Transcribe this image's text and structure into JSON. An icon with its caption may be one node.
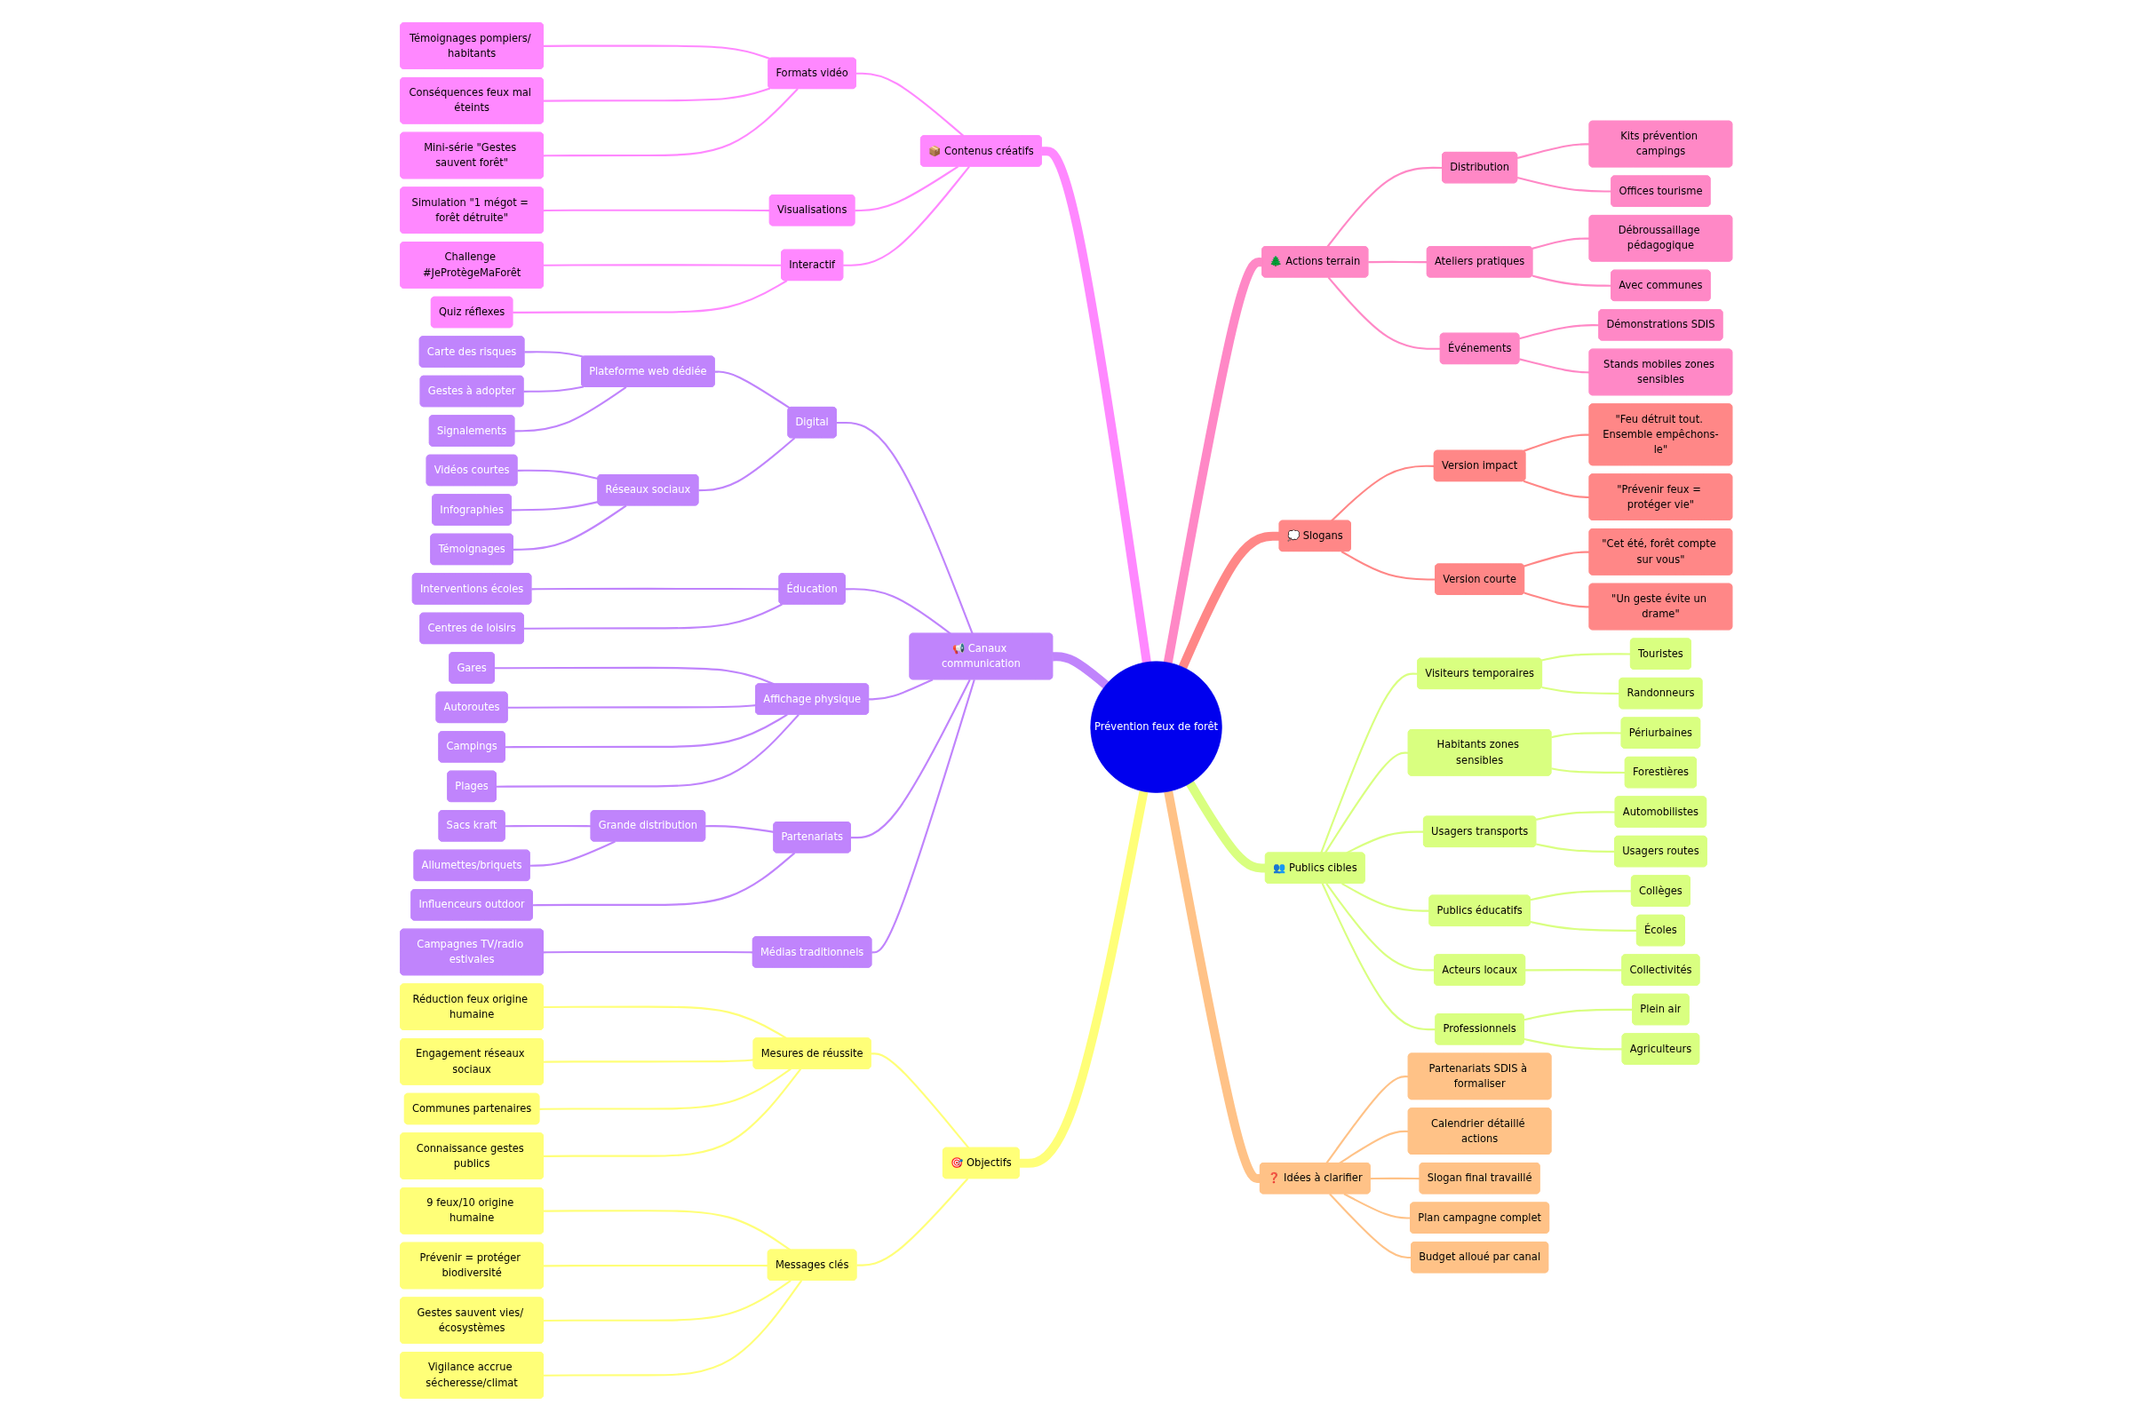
{
  "diagram": {
    "nodes": [
      {
        "text": [
          "Prévention feux de forêt"
        ]
      },
      {
        "text": [
          "📦 Contenus créatifs"
        ]
      },
      {
        "text": [
          "Formats vidéo"
        ]
      },
      {
        "text": [
          "Témoignages pompiers/ habitants"
        ]
      },
      {
        "text": [
          "Conséquences feux mal éteints"
        ]
      },
      {
        "text": [
          "Mini-série \"Gestes sauvent forêt\""
        ]
      },
      {
        "text": [
          "Visualisations"
        ]
      },
      {
        "text": [
          "Simulation \"1 mégot = forêt détruite\""
        ]
      },
      {
        "text": [
          "Interactif"
        ]
      },
      {
        "text": [
          "Challenge #JeProtègeMaForêt"
        ]
      },
      {
        "text": [
          "Quiz réflexes"
        ]
      },
      {
        "text": [
          "📢 Canaux communication"
        ]
      },
      {
        "text": [
          "Digital"
        ]
      },
      {
        "text": [
          "Plateforme web dédiée"
        ]
      },
      {
        "text": [
          "Carte des risques"
        ]
      },
      {
        "text": [
          "Gestes à adopter"
        ]
      },
      {
        "text": [
          "Signalements"
        ]
      },
      {
        "text": [
          "Réseaux sociaux"
        ]
      },
      {
        "text": [
          "Vidéos courtes"
        ]
      },
      {
        "text": [
          "Infographies"
        ]
      },
      {
        "text": [
          "Témoignages"
        ]
      },
      {
        "text": [
          "Éducation"
        ]
      },
      {
        "text": [
          "Interventions écoles"
        ]
      },
      {
        "text": [
          "Centres de loisirs"
        ]
      },
      {
        "text": [
          "Affichage physique"
        ]
      },
      {
        "text": [
          "Gares"
        ]
      },
      {
        "text": [
          "Autoroutes"
        ]
      },
      {
        "text": [
          "Campings"
        ]
      },
      {
        "text": [
          "Plages"
        ]
      },
      {
        "text": [
          "Partenariats"
        ]
      },
      {
        "text": [
          "Grande distribution"
        ]
      },
      {
        "text": [
          "Sacs kraft"
        ]
      },
      {
        "text": [
          "Allumettes/briquets"
        ]
      },
      {
        "text": [
          "Influenceurs outdoor"
        ]
      },
      {
        "text": [
          "Médias traditionnels"
        ]
      },
      {
        "text": [
          "Campagnes TV/radio estivales"
        ]
      },
      {
        "text": [
          "🎯 Objectifs"
        ]
      },
      {
        "text": [
          "Mesures de réussite"
        ]
      },
      {
        "text": [
          "Réduction feux origine humaine"
        ]
      },
      {
        "text": [
          "Engagement réseaux sociaux"
        ]
      },
      {
        "text": [
          "Communes partenaires"
        ]
      },
      {
        "text": [
          "Connaissance gestes publics"
        ]
      },
      {
        "text": [
          "Messages clés"
        ]
      },
      {
        "text": [
          "9 feux/10 origine humaine"
        ]
      },
      {
        "text": [
          "Prévenir = protéger biodiversité"
        ]
      },
      {
        "text": [
          "Gestes sauvent vies/ écosystèmes"
        ]
      },
      {
        "text": [
          "Vigilance accrue sécheresse/climat"
        ]
      },
      {
        "text": [
          "🌲 Actions terrain"
        ]
      },
      {
        "text": [
          "Distribution"
        ]
      },
      {
        "text": [
          "Kits prévention campings"
        ]
      },
      {
        "text": [
          "Offices tourisme"
        ]
      },
      {
        "text": [
          "Ateliers pratiques"
        ]
      },
      {
        "text": [
          "Débroussaillage pédagogique"
        ]
      },
      {
        "text": [
          "Avec communes"
        ]
      },
      {
        "text": [
          "Événements"
        ]
      },
      {
        "text": [
          "Démonstrations SDIS"
        ]
      },
      {
        "text": [
          "Stands mobiles zones sensibles"
        ]
      },
      {
        "text": [
          "💭 Slogans"
        ]
      },
      {
        "text": [
          "Version impact"
        ]
      },
      {
        "text": [
          "\"Feu détruit tout. Ensemble empêchons-le\""
        ]
      },
      {
        "text": [
          "\"Prévenir feux = protéger vie\""
        ]
      },
      {
        "text": [
          "Version courte"
        ]
      },
      {
        "text": [
          "\"Cet été, forêt compte sur vous\""
        ]
      },
      {
        "text": [
          "\"Un geste évite un drame\""
        ]
      },
      {
        "text": [
          "👥 Publics cibles"
        ]
      },
      {
        "text": [
          "Visiteurs temporaires"
        ]
      },
      {
        "text": [
          "Touristes"
        ]
      },
      {
        "text": [
          "Randonneurs"
        ]
      },
      {
        "text": [
          "Habitants zones sensibles"
        ]
      },
      {
        "text": [
          "Périurbaines"
        ]
      },
      {
        "text": [
          "Forestières"
        ]
      },
      {
        "text": [
          "Usagers transports"
        ]
      },
      {
        "text": [
          "Automobilistes"
        ]
      },
      {
        "text": [
          "Usagers routes"
        ]
      },
      {
        "text": [
          "Publics éducatifs"
        ]
      },
      {
        "text": [
          "Collèges"
        ]
      },
      {
        "text": [
          "Écoles"
        ]
      },
      {
        "text": [
          "Acteurs locaux"
        ]
      },
      {
        "text": [
          "Collectivités"
        ]
      },
      {
        "text": [
          "Professionnels"
        ]
      },
      {
        "text": [
          "Plein air"
        ]
      },
      {
        "text": [
          "Agriculteurs"
        ]
      },
      {
        "text": [
          "❓ Idées à clarifier"
        ]
      },
      {
        "text": [
          "Partenariats SDIS à formaliser"
        ]
      },
      {
        "text": [
          "Calendrier détaillé actions"
        ]
      },
      {
        "text": [
          "Slogan final travaillé"
        ]
      },
      {
        "text": [
          "Plan campagne complet"
        ]
      },
      {
        "text": [
          "Budget alloué par canal"
        ]
      }
    ],
    "edges": [
      {
        "from": 1,
        "to": 0,
        "arrow": "none",
        "style": "thick",
        "color": "#ff88ff"
      },
      {
        "from": 2,
        "to": 1,
        "arrow": "none",
        "color": "#ff88ff"
      },
      {
        "from": 3,
        "to": 2,
        "arrow": "none",
        "color": "#ff88ff"
      },
      {
        "from": 4,
        "to": 2,
        "arrow": "none",
        "color": "#ff88ff"
      },
      {
        "from": 5,
        "to": 2,
        "arrow": "none",
        "color": "#ff88ff"
      },
      {
        "from": 6,
        "to": 1,
        "arrow": "none",
        "color": "#ff88ff"
      },
      {
        "from": 7,
        "to": 6,
        "arrow": "none",
        "color": "#ff88ff"
      },
      {
        "from": 8,
        "to": 1,
        "arrow": "none",
        "color": "#ff88ff"
      },
      {
        "from": 9,
        "to": 8,
        "arrow": "none",
        "color": "#ff88ff"
      },
      {
        "from": 10,
        "to": 8,
        "arrow": "none",
        "color": "#ff88ff"
      },
      {
        "from": 11,
        "to": 0,
        "arrow": "none",
        "style": "thick",
        "color": "#c084fc"
      },
      {
        "from": 12,
        "to": 11,
        "arrow": "none",
        "color": "#c084fc"
      },
      {
        "from": 13,
        "to": 12,
        "arrow": "none",
        "color": "#c084fc"
      },
      {
        "from": 14,
        "to": 13,
        "arrow": "none",
        "color": "#c084fc"
      },
      {
        "from": 15,
        "to": 13,
        "arrow": "none",
        "color": "#c084fc"
      },
      {
        "from": 16,
        "to": 13,
        "arrow": "none",
        "color": "#c084fc"
      },
      {
        "from": 17,
        "to": 12,
        "arrow": "none",
        "color": "#c084fc"
      },
      {
        "from": 18,
        "to": 17,
        "arrow": "none",
        "color": "#c084fc"
      },
      {
        "from": 19,
        "to": 17,
        "arrow": "none",
        "color": "#c084fc"
      },
      {
        "from": 20,
        "to": 17,
        "arrow": "none",
        "color": "#c084fc"
      },
      {
        "from": 21,
        "to": 11,
        "arrow": "none",
        "color": "#c084fc"
      },
      {
        "from": 22,
        "to": 21,
        "arrow": "none",
        "color": "#c084fc"
      },
      {
        "from": 23,
        "to": 21,
        "arrow": "none",
        "color": "#c084fc"
      },
      {
        "from": 24,
        "to": 11,
        "arrow": "none",
        "color": "#c084fc"
      },
      {
        "from": 25,
        "to": 24,
        "arrow": "none",
        "color": "#c084fc"
      },
      {
        "from": 26,
        "to": 24,
        "arrow": "none",
        "color": "#c084fc"
      },
      {
        "from": 27,
        "to": 24,
        "arrow": "none",
        "color": "#c084fc"
      },
      {
        "from": 28,
        "to": 24,
        "arrow": "none",
        "color": "#c084fc"
      },
      {
        "from": 29,
        "to": 11,
        "arrow": "none",
        "color": "#c084fc"
      },
      {
        "from": 30,
        "to": 29,
        "arrow": "none",
        "color": "#c084fc"
      },
      {
        "from": 31,
        "to": 30,
        "arrow": "none",
        "color": "#c084fc"
      },
      {
        "from": 32,
        "to": 30,
        "arrow": "none",
        "color": "#c084fc"
      },
      {
        "from": 33,
        "to": 29,
        "arrow": "none",
        "color": "#c084fc"
      },
      {
        "from": 34,
        "to": 11,
        "arrow": "none",
        "color": "#c084fc"
      },
      {
        "from": 35,
        "to": 34,
        "arrow": "none",
        "color": "#c084fc"
      },
      {
        "from": 36,
        "to": 0,
        "arrow": "none",
        "style": "thick",
        "color": "#ffff78"
      },
      {
        "from": 37,
        "to": 36,
        "arrow": "none",
        "color": "#ffff78"
      },
      {
        "from": 38,
        "to": 37,
        "arrow": "none",
        "color": "#ffff78"
      },
      {
        "from": 39,
        "to": 37,
        "arrow": "none",
        "color": "#ffff78"
      },
      {
        "from": 40,
        "to": 37,
        "arrow": "none",
        "color": "#ffff78"
      },
      {
        "from": 41,
        "to": 37,
        "arrow": "none",
        "color": "#ffff78"
      },
      {
        "from": 42,
        "to": 36,
        "arrow": "none",
        "color": "#ffff78"
      },
      {
        "from": 43,
        "to": 42,
        "arrow": "none",
        "color": "#ffff78"
      },
      {
        "from": 44,
        "to": 42,
        "arrow": "none",
        "color": "#ffff78"
      },
      {
        "from": 45,
        "to": 42,
        "arrow": "none",
        "color": "#ffff78"
      },
      {
        "from": 46,
        "to": 42,
        "arrow": "none",
        "color": "#ffff78"
      },
      {
        "from": 0,
        "to": 47,
        "arrow": "none",
        "style": "thick",
        "color": "#ff88c6"
      },
      {
        "from": 47,
        "to": 48,
        "arrow": "none",
        "color": "#ff88c6"
      },
      {
        "from": 48,
        "to": 49,
        "arrow": "none",
        "color": "#ff88c6"
      },
      {
        "from": 48,
        "to": 50,
        "arrow": "none",
        "color": "#ff88c6"
      },
      {
        "from": 47,
        "to": 51,
        "arrow": "none",
        "color": "#ff88c6"
      },
      {
        "from": 51,
        "to": 52,
        "arrow": "none",
        "color": "#ff88c6"
      },
      {
        "from": 51,
        "to": 53,
        "arrow": "none",
        "color": "#ff88c6"
      },
      {
        "from": 47,
        "to": 54,
        "arrow": "none",
        "color": "#ff88c6"
      },
      {
        "from": 54,
        "to": 55,
        "arrow": "none",
        "color": "#ff88c6"
      },
      {
        "from": 54,
        "to": 56,
        "arrow": "none",
        "color": "#ff88c6"
      },
      {
        "from": 0,
        "to": 57,
        "arrow": "none",
        "style": "thick",
        "color": "#ff8787"
      },
      {
        "from": 57,
        "to": 58,
        "arrow": "none",
        "color": "#ff8787"
      },
      {
        "from": 58,
        "to": 59,
        "arrow": "none",
        "color": "#ff8787"
      },
      {
        "from": 58,
        "to": 60,
        "arrow": "none",
        "color": "#ff8787"
      },
      {
        "from": 57,
        "to": 61,
        "arrow": "none",
        "color": "#ff8787"
      },
      {
        "from": 61,
        "to": 62,
        "arrow": "none",
        "color": "#ff8787"
      },
      {
        "from": 61,
        "to": 63,
        "arrow": "none",
        "color": "#ff8787"
      },
      {
        "from": 0,
        "to": 64,
        "arrow": "none",
        "style": "thick",
        "color": "#d9ff80"
      },
      {
        "from": 64,
        "to": 65,
        "arrow": "none",
        "color": "#d9ff80"
      },
      {
        "from": 65,
        "to": 66,
        "arrow": "none",
        "color": "#d9ff80"
      },
      {
        "from": 65,
        "to": 67,
        "arrow": "none",
        "color": "#d9ff80"
      },
      {
        "from": 64,
        "to": 68,
        "arrow": "none",
        "color": "#d9ff80"
      },
      {
        "from": 68,
        "to": 69,
        "arrow": "none",
        "color": "#d9ff80"
      },
      {
        "from": 68,
        "to": 70,
        "arrow": "none",
        "color": "#d9ff80"
      },
      {
        "from": 64,
        "to": 71,
        "arrow": "none",
        "color": "#d9ff80"
      },
      {
        "from": 71,
        "to": 72,
        "arrow": "none",
        "color": "#d9ff80"
      },
      {
        "from": 71,
        "to": 73,
        "arrow": "none",
        "color": "#d9ff80"
      },
      {
        "from": 64,
        "to": 74,
        "arrow": "none",
        "color": "#d9ff80"
      },
      {
        "from": 74,
        "to": 75,
        "arrow": "none",
        "color": "#d9ff80"
      },
      {
        "from": 74,
        "to": 76,
        "arrow": "none",
        "color": "#d9ff80"
      },
      {
        "from": 64,
        "to": 77,
        "arrow": "none",
        "color": "#d9ff80"
      },
      {
        "from": 77,
        "to": 78,
        "arrow": "none",
        "color": "#d9ff80"
      },
      {
        "from": 64,
        "to": 79,
        "arrow": "none",
        "color": "#d9ff80"
      },
      {
        "from": 79,
        "to": 80,
        "arrow": "none",
        "color": "#d9ff80"
      },
      {
        "from": 79,
        "to": 81,
        "arrow": "none",
        "color": "#d9ff80"
      },
      {
        "from": 0,
        "to": 82,
        "arrow": "none",
        "style": "thick",
        "color": "#ffc287"
      },
      {
        "from": 82,
        "to": 83,
        "arrow": "none",
        "color": "#ffc287"
      },
      {
        "from": 82,
        "to": 84,
        "arrow": "none",
        "color": "#ffc287"
      },
      {
        "from": 82,
        "to": 85,
        "arrow": "none",
        "color": "#ffc287"
      },
      {
        "from": 82,
        "to": 86,
        "arrow": "none",
        "color": "#ffc287"
      },
      {
        "from": 82,
        "to": 87,
        "arrow": "none",
        "color": "#ffc287"
      }
    ]
  }
}
